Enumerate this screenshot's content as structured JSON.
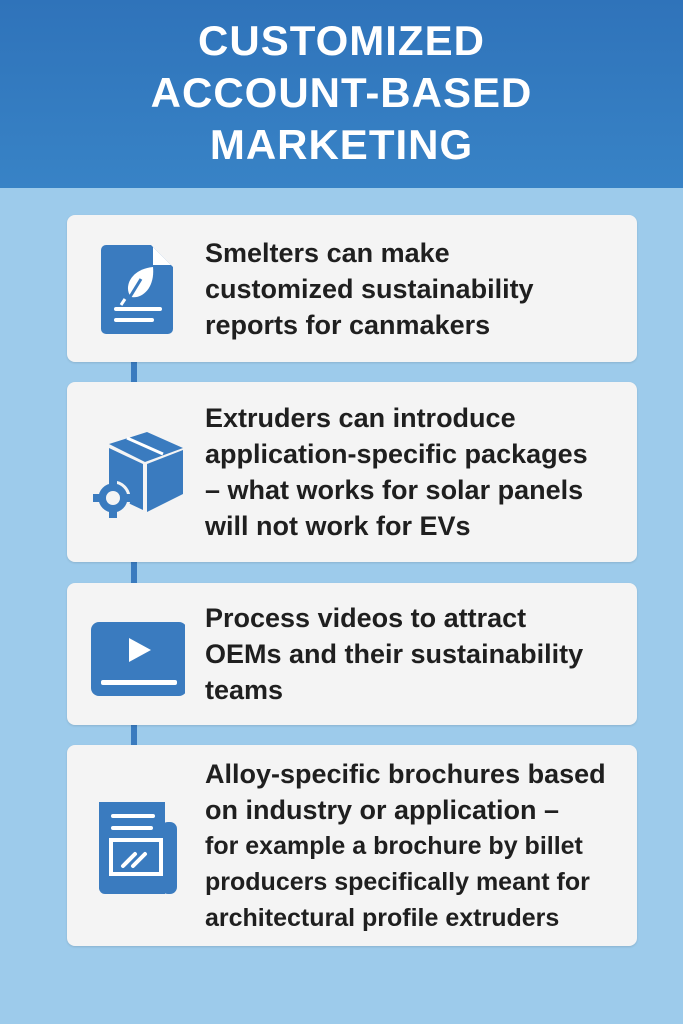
{
  "header": {
    "title": "CUSTOMIZED\nACCOUNT-BASED\nMARKETING"
  },
  "accent": "#3a7bbf",
  "items": [
    {
      "icon": "leaf-document-icon",
      "lines": [
        "Smelters can make",
        "customized sustainability",
        "reports for canmakers"
      ]
    },
    {
      "icon": "box-gear-icon",
      "lines": [
        "Extruders can introduce",
        "application-specific packages",
        "– what works for solar panels",
        "will not work for EVs"
      ]
    },
    {
      "icon": "video-play-icon",
      "lines": [
        "Process videos to attract",
        "OEMs and their sustainability",
        "teams"
      ]
    },
    {
      "icon": "brochure-icon",
      "lines": [
        "Alloy-specific brochures based",
        "on industry or application –",
        "for example a brochure by billet",
        "producers specifically meant for",
        "architectural profile extruders"
      ]
    }
  ]
}
